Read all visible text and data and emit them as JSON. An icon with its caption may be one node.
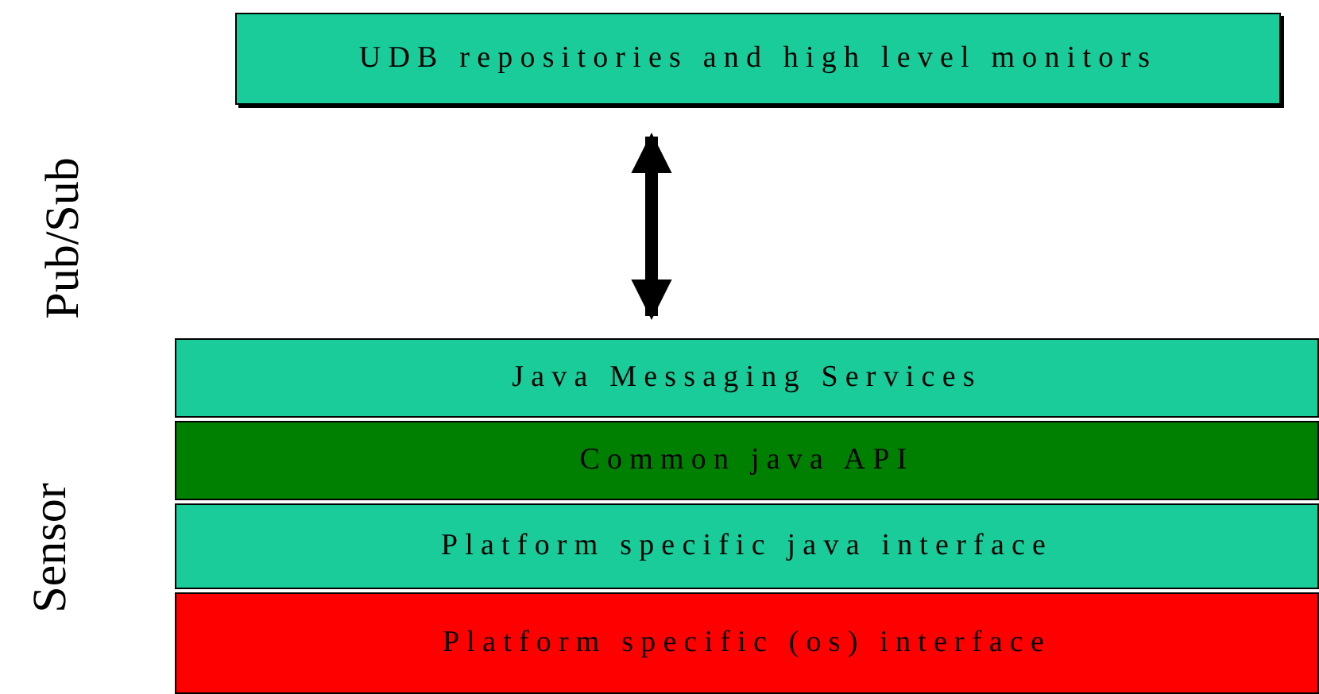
{
  "diagram": {
    "nodes": [
      {
        "text": [
          "UDB repositories and high level monitors"
        ]
      },
      {
        "text": [
          "Java Messaging Services"
        ]
      },
      {
        "text": [
          "Common java API"
        ]
      },
      {
        "text": [
          "Platform specific java interface"
        ]
      },
      {
        "text": [
          "Platform specific (os) interface"
        ]
      }
    ],
    "edges": [
      {
        "from": 0,
        "to": 1,
        "arrow": "both"
      }
    ],
    "labels": [
      "Pub/Sub",
      "Sensor"
    ]
  }
}
